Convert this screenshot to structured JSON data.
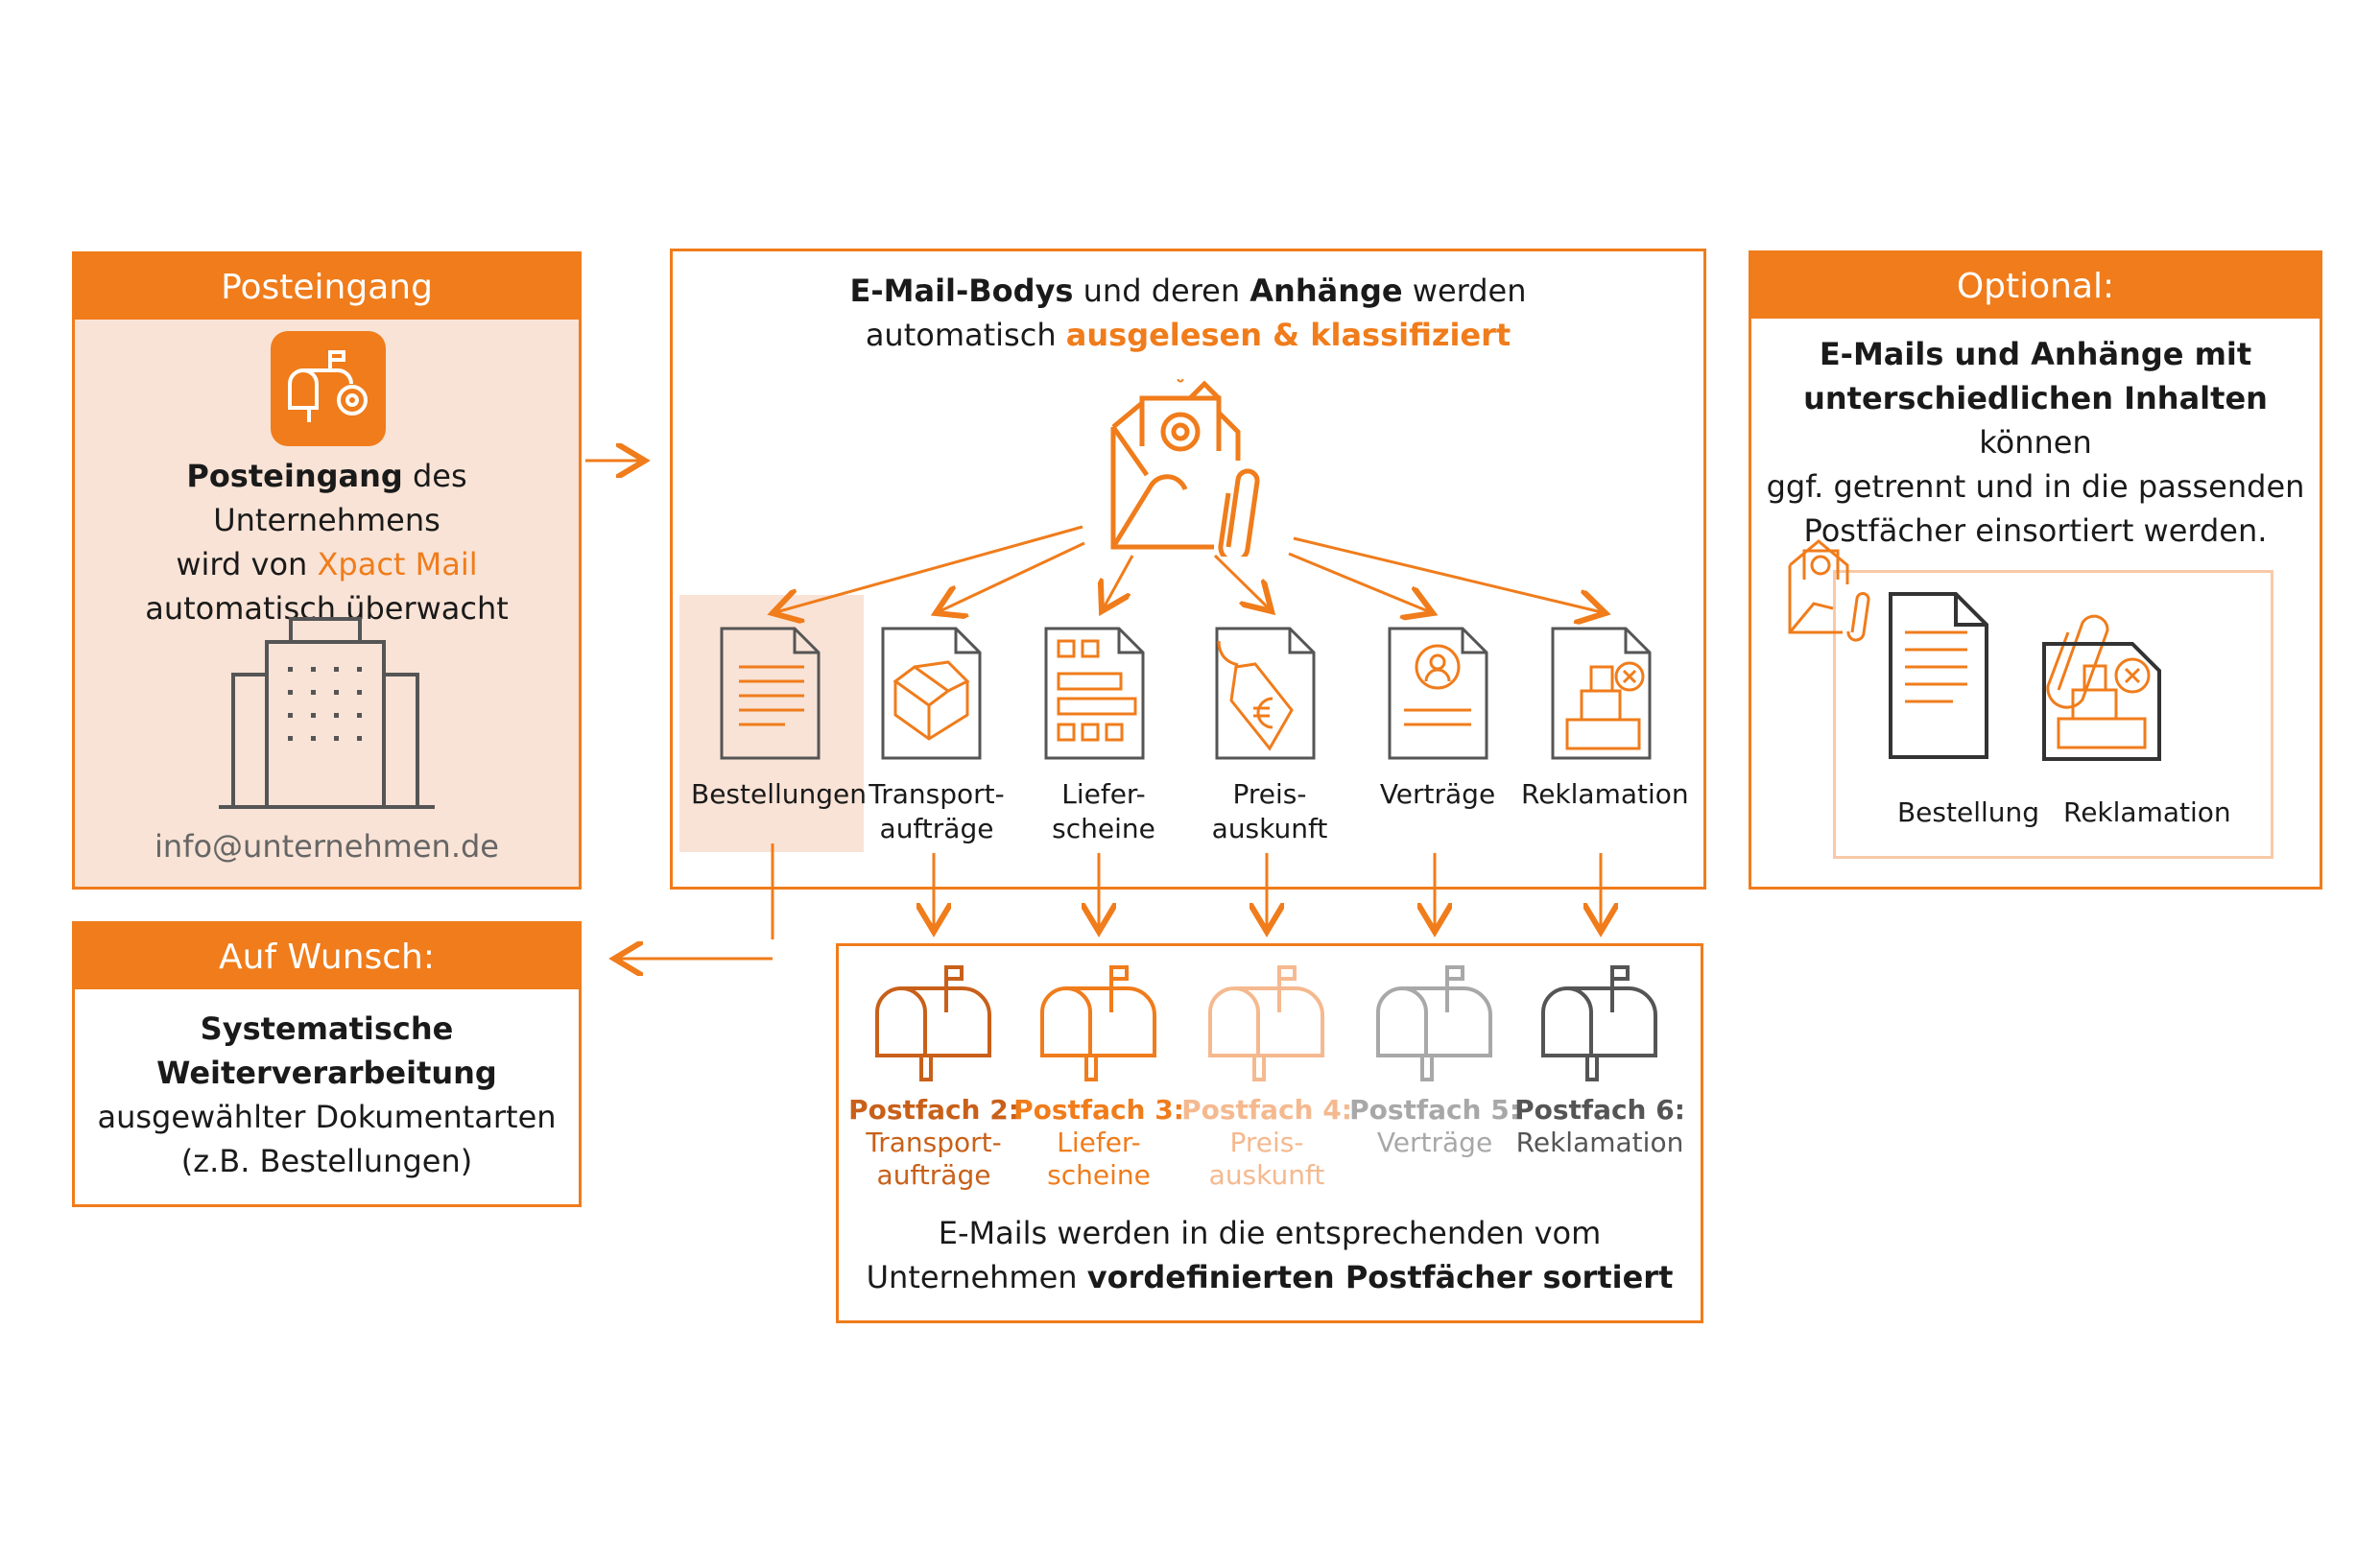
{
  "inbox": {
    "header": "Posteingang",
    "text_bold": "Posteingang",
    "text_1": " des Unternehmens",
    "text_2": "wird von ",
    "brand": "Xpact Mail",
    "text_3": "automatisch überwacht",
    "email": "info@unternehmen.de"
  },
  "on_request": {
    "header": "Auf Wunsch:",
    "line_1": "Systematische",
    "line_2": "Weiterverarbeitung",
    "line_3": "ausgewählter Dokumentarten",
    "line_4": "(z.B. Bestellungen)"
  },
  "classify": {
    "t1_bold": "E-Mail-Bodys",
    "t1": " und deren ",
    "t2_bold": "Anhänge",
    "t3": " werden",
    "t4": "automatisch ",
    "t5_highlight": "ausgelesen & klassifiziert",
    "categories": [
      {
        "l1": "Bestellungen",
        "l2": ""
      },
      {
        "l1": "Transport-",
        "l2": "aufträge"
      },
      {
        "l1": "Liefer-",
        "l2": "scheine"
      },
      {
        "l1": "Preis-",
        "l2": "auskunft"
      },
      {
        "l1": "Verträge",
        "l2": ""
      },
      {
        "l1": "Reklamation",
        "l2": ""
      }
    ]
  },
  "mailboxes": {
    "items": [
      {
        "title": "Postfach 2:",
        "l1": "Transport-",
        "l2": "aufträge",
        "color": "#c8601a"
      },
      {
        "title": "Postfach 3:",
        "l1": "Liefer-",
        "l2": "scheine",
        "color": "#f07c1b"
      },
      {
        "title": "Postfach 4:",
        "l1": "Preis-",
        "l2": "auskunft",
        "color": "#f5b98f"
      },
      {
        "title": "Postfach 5:",
        "l1": "Verträge",
        "l2": "",
        "color": "#a8a8a8"
      },
      {
        "title": "Postfach 6:",
        "l1": "Reklamation",
        "l2": "",
        "color": "#555555"
      }
    ],
    "footer_1": "E-Mails werden in die entsprechenden vom",
    "footer_2": "Unternehmen ",
    "footer_bold": "vordefinierten Postfächer sortiert"
  },
  "optional": {
    "header": "Optional:",
    "b1": "E-Mails und Anhänge mit",
    "b2": "unterschiedlichen Inhalten",
    "t1": " können",
    "t2": "ggf. getrennt und in die passenden",
    "t3": "Postfächer einsortiert werden.",
    "doc_1": "Bestellung",
    "doc_2": "Reklamation"
  },
  "colors": {
    "accent": "#f07c1b",
    "accent_light": "#f9e3d6",
    "text": "#1a1a1a"
  }
}
